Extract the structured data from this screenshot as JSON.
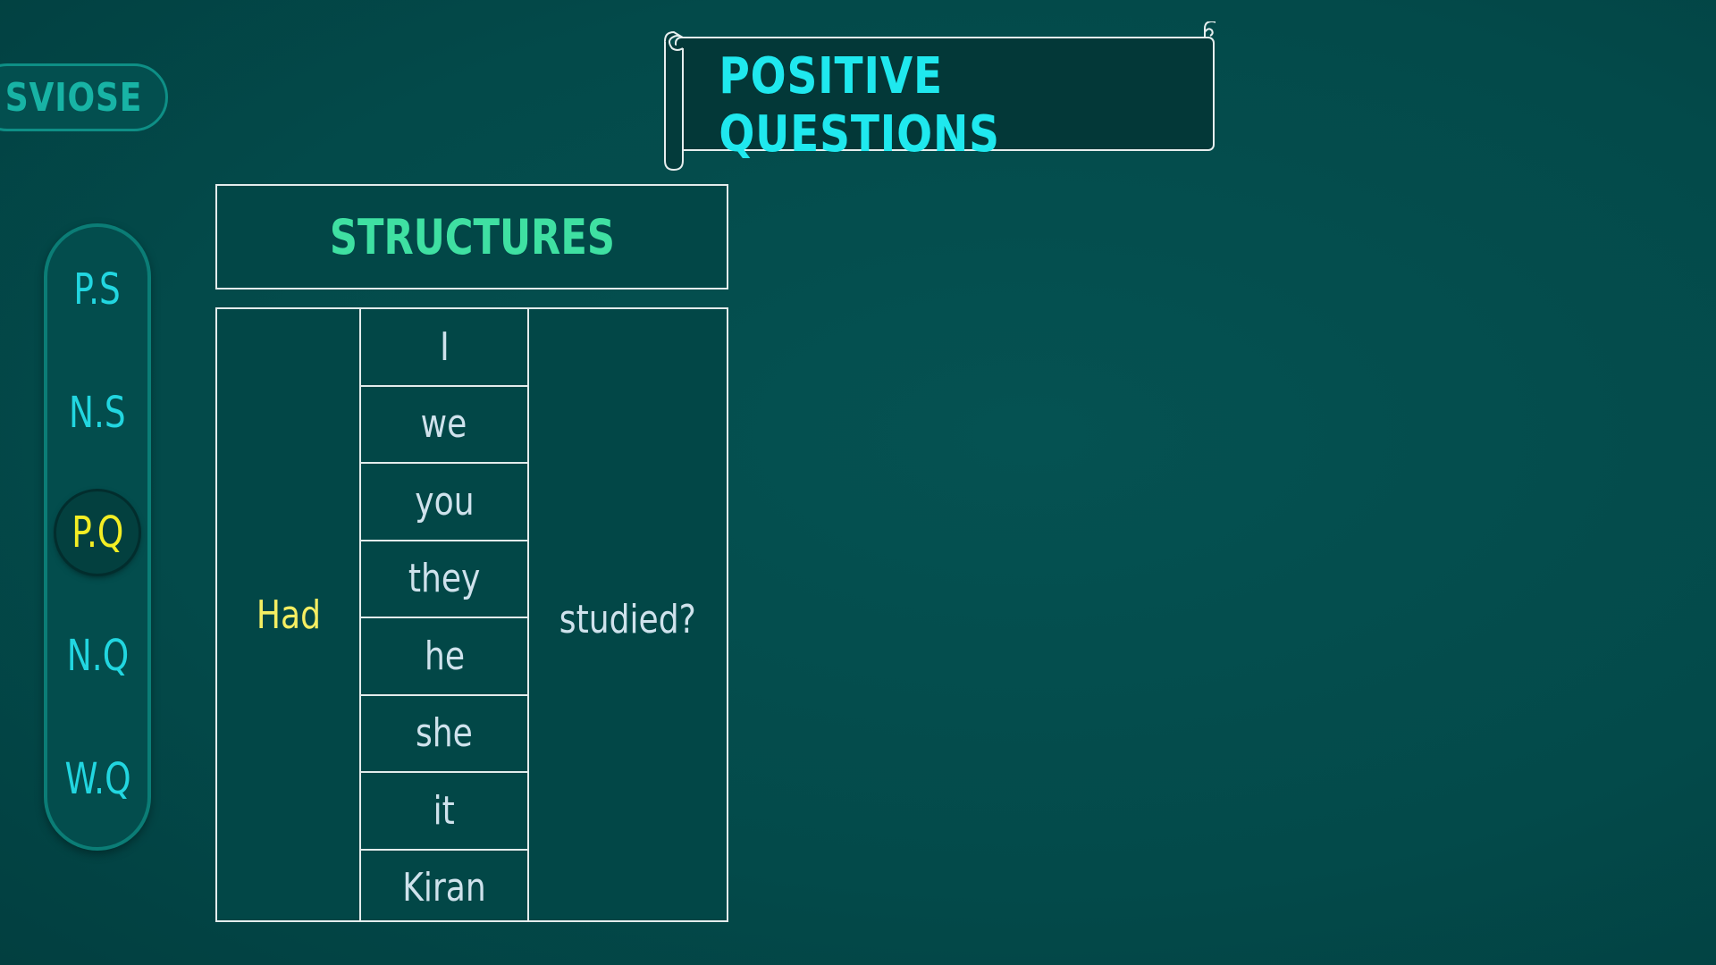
{
  "brand": {
    "label": "SVIOSE"
  },
  "banner": {
    "title": "POSITIVE QUESTIONS"
  },
  "nav": {
    "items": [
      {
        "label": "P.S",
        "active": false
      },
      {
        "label": "N.S",
        "active": false
      },
      {
        "label": "P.Q",
        "active": true
      },
      {
        "label": "N.Q",
        "active": false
      },
      {
        "label": "W.Q",
        "active": false
      }
    ]
  },
  "structures": {
    "heading": "STRUCTURES",
    "auxiliary": "Had",
    "subjects": [
      "I",
      "we",
      "you",
      "they",
      "he",
      "she",
      "it",
      "Kiran"
    ],
    "verb": "studied?"
  },
  "colors": {
    "background": "#034a4a",
    "title": "#1fe8ee",
    "heading": "#3fe0a2",
    "auxiliary": "#f5ee62",
    "active_nav": "#f3ee24",
    "nav_text": "#22d6e0",
    "cell_text": "#cfe2ec",
    "border": "#e3ecec"
  }
}
